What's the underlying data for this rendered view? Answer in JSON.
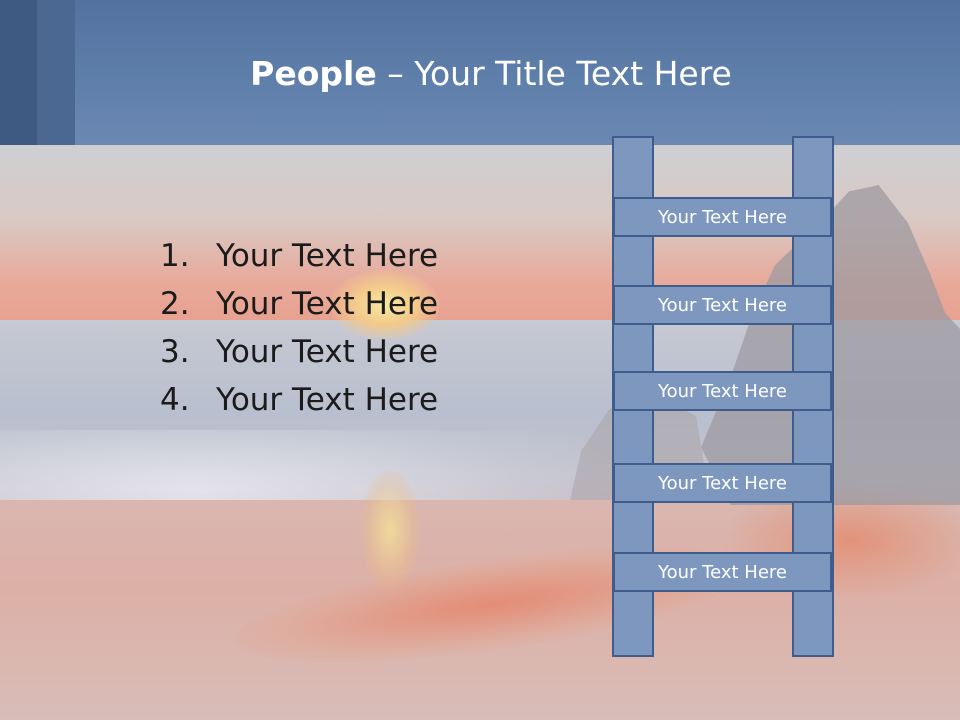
{
  "slide": {
    "title_bold": "People",
    "title_rest": " – Your Title Text Here"
  },
  "list": [
    {
      "number": "1.",
      "text": "Your Text Here"
    },
    {
      "number": "2.",
      "text": "Your Text Here"
    },
    {
      "number": "3.",
      "text": "Your Text Here"
    },
    {
      "number": "4.",
      "text": "Your Text Here"
    }
  ],
  "ladder": {
    "rungs": [
      "Your Text Here",
      "Your Text Here",
      "Your Text Here",
      "Your Text Here",
      "Your Text Here"
    ]
  },
  "colors": {
    "header": "#5f7fab",
    "ladder_fill": "#7d97bf",
    "ladder_border": "#3f5d8c"
  }
}
